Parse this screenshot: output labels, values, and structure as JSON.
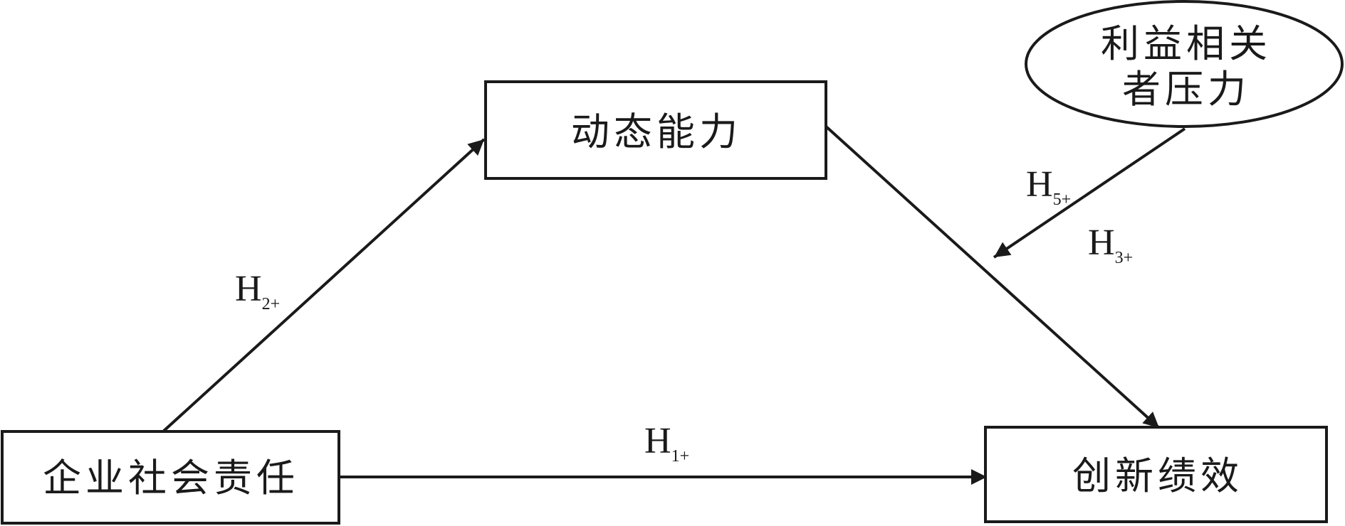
{
  "nodes": {
    "csr": {
      "label": "企业社会责任"
    },
    "dynamic_capability": {
      "label": "动态能力"
    },
    "innovation_performance": {
      "label": "创新绩效"
    },
    "stakeholder_pressure": {
      "line1": "利益相关",
      "line2": "者压力"
    }
  },
  "hypotheses": {
    "h1": {
      "main": "H",
      "sub": "1+"
    },
    "h2": {
      "main": "H",
      "sub": "2+"
    },
    "h3": {
      "main": "H",
      "sub": "3+"
    },
    "h5": {
      "main": "H",
      "sub": "5+"
    }
  },
  "colors": {
    "stroke": "#1a1a1a",
    "background": "#ffffff"
  }
}
